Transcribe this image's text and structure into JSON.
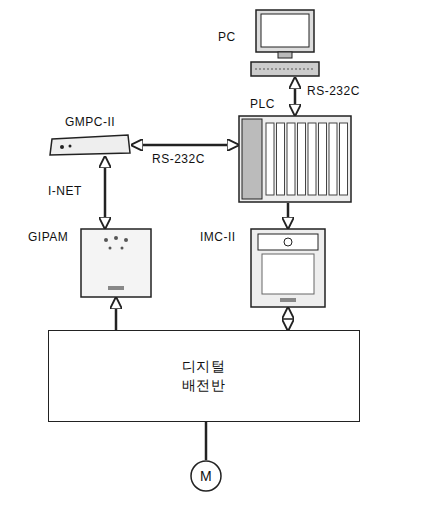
{
  "diagram": {
    "nodes": [
      {
        "text": [
          "PC"
        ]
      },
      {
        "text": [
          "GMPC-II"
        ]
      },
      {
        "text": [
          "PLC"
        ]
      },
      {
        "text": [
          "GIPAM"
        ]
      },
      {
        "text": [
          "IMC-II"
        ]
      },
      {
        "text": [
          "디지털 배전반"
        ]
      },
      {
        "text": [
          "M"
        ]
      }
    ],
    "edges": [
      {
        "from": 0,
        "to": 2,
        "label": "RS-232C",
        "arrow": "both"
      },
      {
        "from": 1,
        "to": 2,
        "label": "RS-232C",
        "arrow": "both"
      },
      {
        "from": 1,
        "to": 3,
        "label": "I-NET",
        "arrow": "both"
      },
      {
        "from": 2,
        "to": 4,
        "arrow": "to"
      },
      {
        "from": 4,
        "to": 5,
        "arrow": "both"
      },
      {
        "from": 5,
        "to": 3,
        "arrow": "to"
      },
      {
        "from": 5,
        "to": 6,
        "arrow": "none"
      }
    ]
  }
}
